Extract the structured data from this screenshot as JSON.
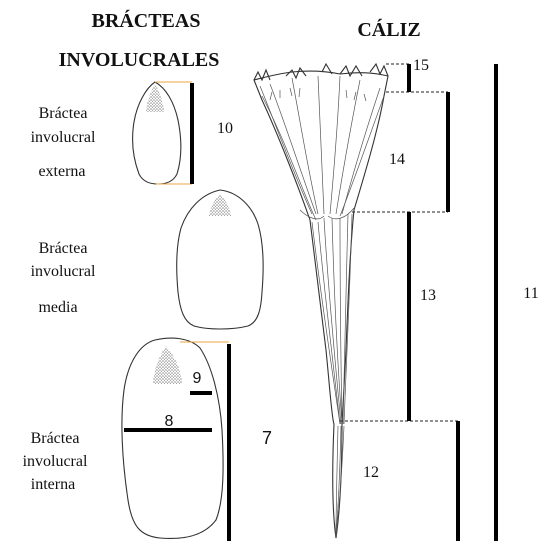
{
  "titles": {
    "bracts_line1": "BRÁCTEAS",
    "bracts_line2": "INVOLUCRALES",
    "calyx": "CÁLIZ"
  },
  "bracts": {
    "external": {
      "line1": "Bráctea",
      "line2": "involucral",
      "line3": "externa"
    },
    "middle": {
      "line1": "Bráctea",
      "line2": "involucral",
      "line3": "media"
    },
    "internal": {
      "line1": "Bráctea",
      "line2": "involucral",
      "line3": "interna"
    }
  },
  "measures": {
    "m7": "7",
    "m8": "8",
    "m9": "9",
    "m10": "10",
    "m11": "11",
    "m12": "12",
    "m13": "13",
    "m14": "14",
    "m15": "15"
  },
  "colors": {
    "guide": "#e8a443",
    "ink": "#111111"
  }
}
